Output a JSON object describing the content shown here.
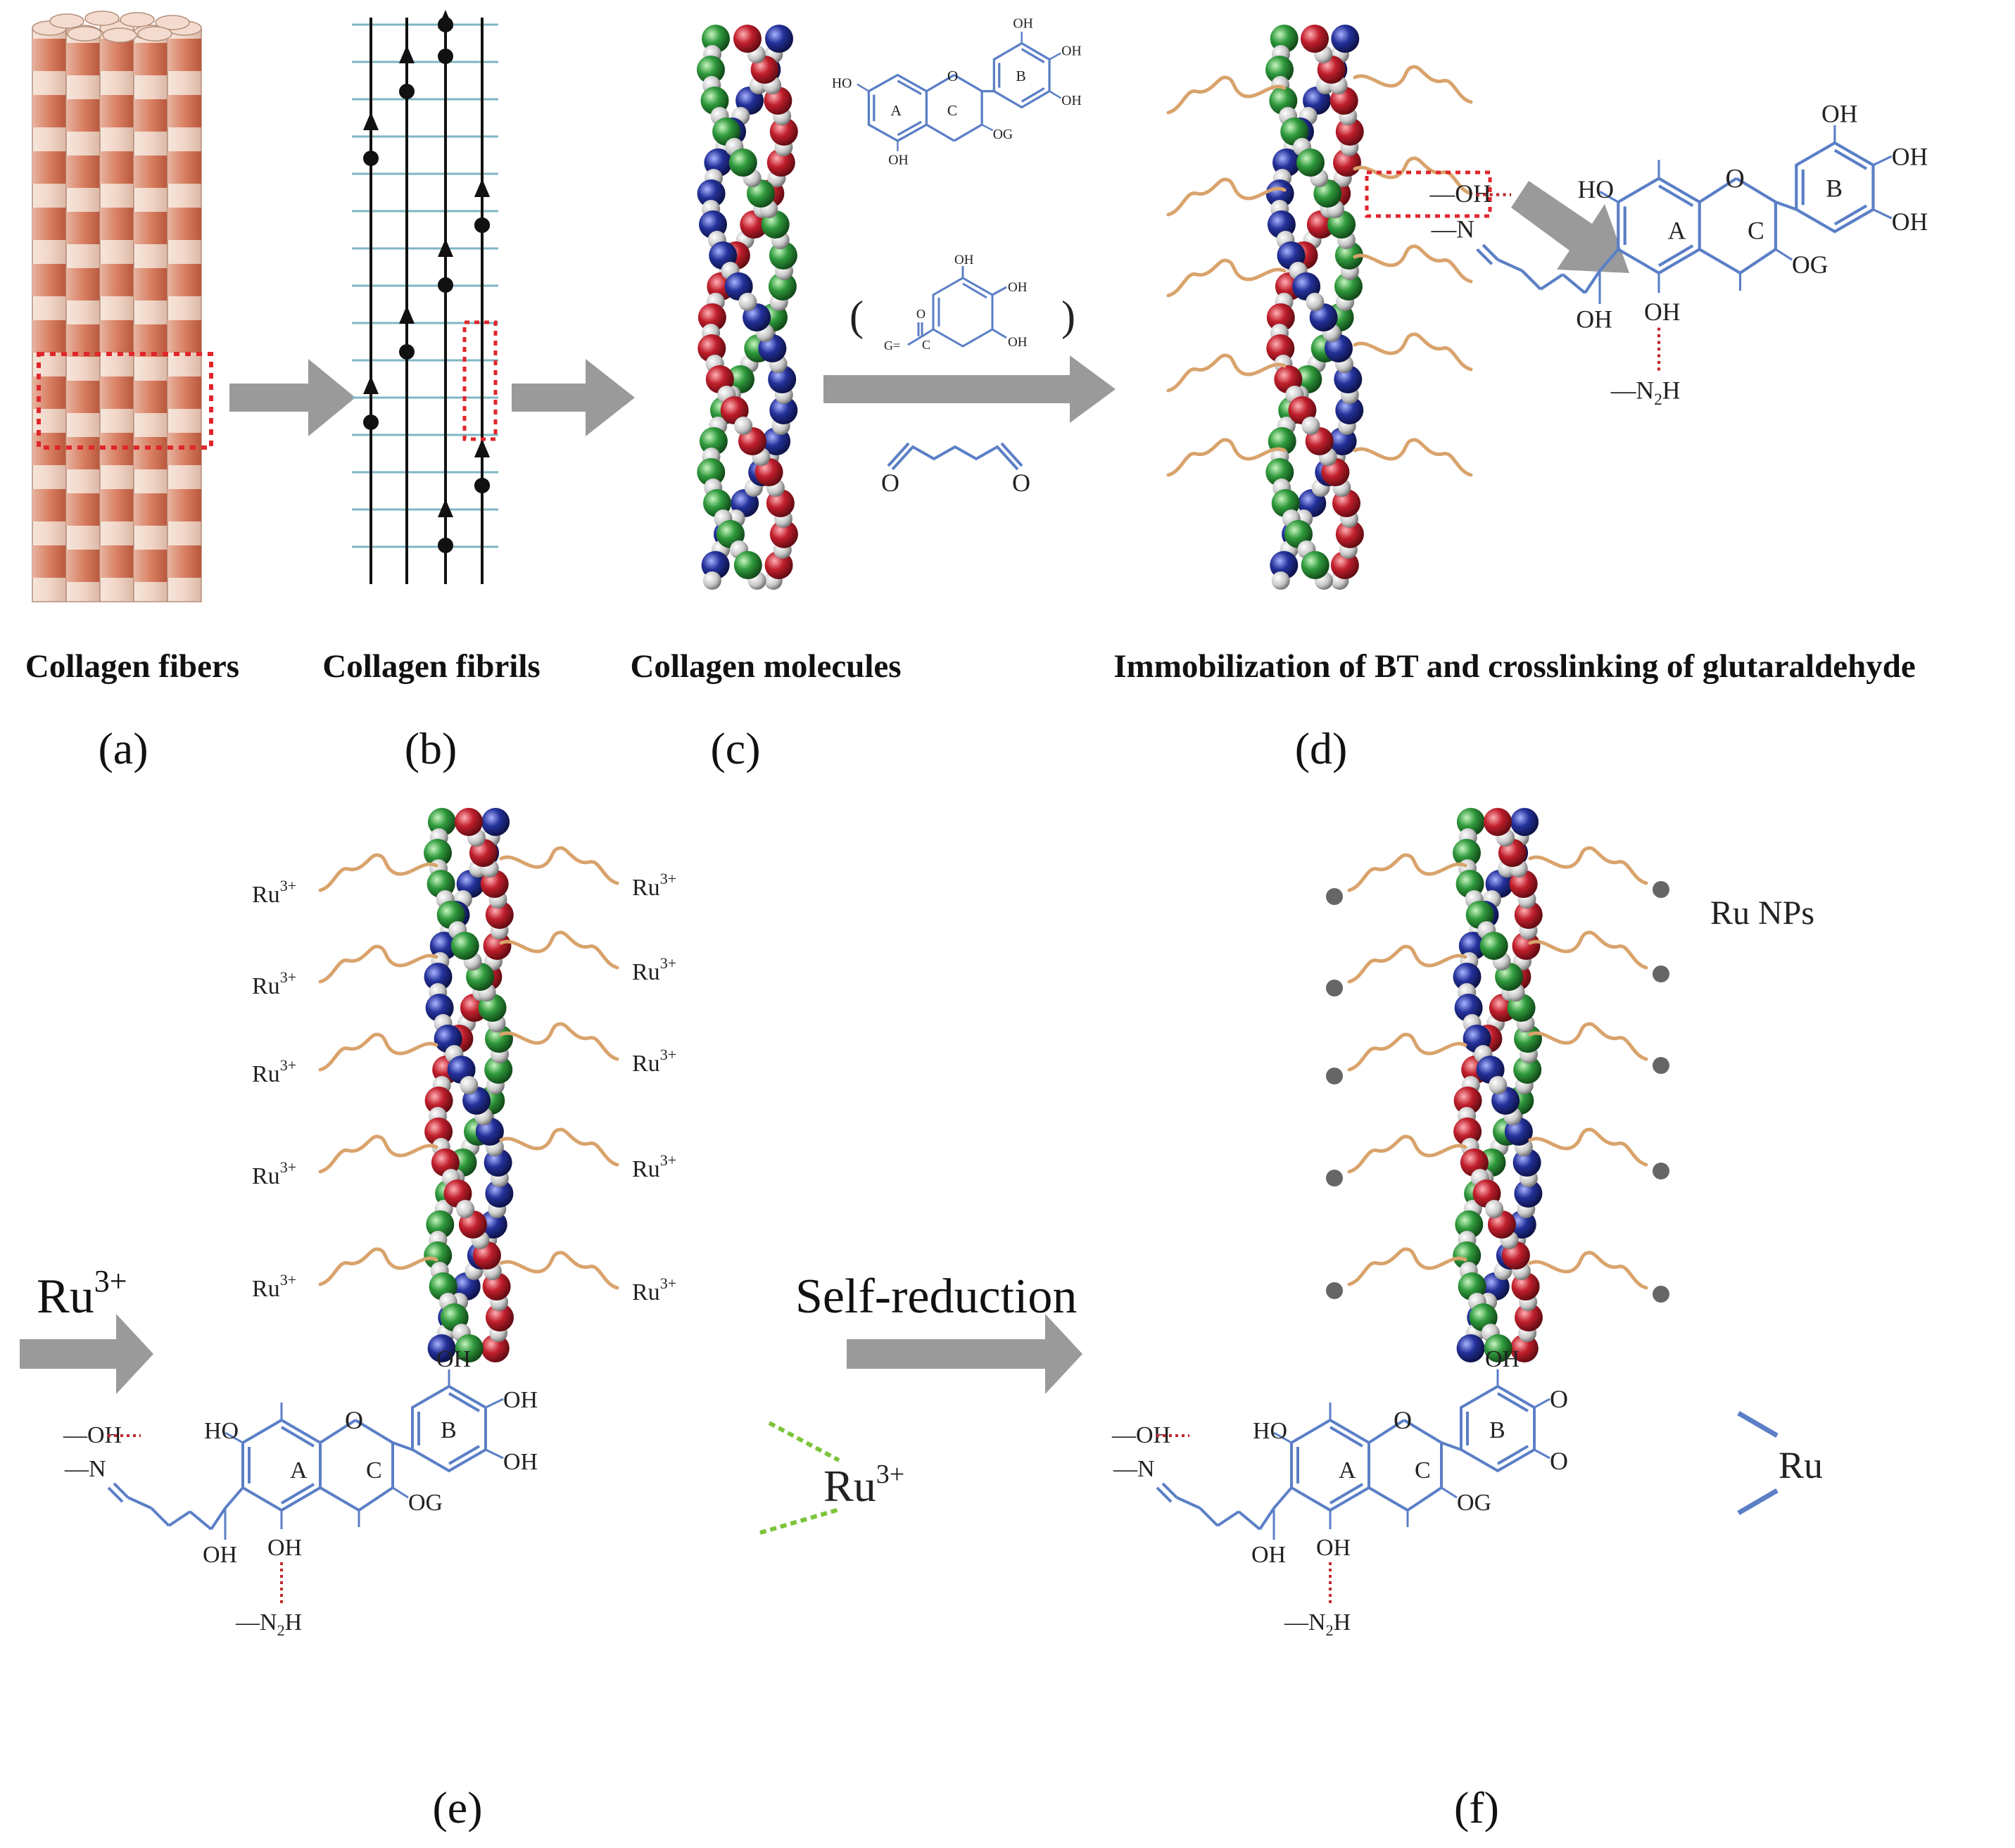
{
  "captions": {
    "a": "Collagen fibers",
    "b": "Collagen fibrils",
    "c": "Collagen molecules",
    "d": "Immobilization of BT and crosslinking of glutaraldehyde"
  },
  "panels": {
    "a": "(a)",
    "b": "(b)",
    "c": "(c)",
    "d": "(d)",
    "e": "(e)",
    "f": "(f)"
  },
  "reagents": {
    "bracket_open": "(",
    "bracket_close": ")",
    "galloyl_ester": "G=",
    "galloyl_carbon": "C",
    "oxygen": "O"
  },
  "struct": {
    "oh": "OH",
    "ho": "HO",
    "og": "OG",
    "o": "O",
    "ring_a": "A",
    "ring_b": "B",
    "ring_c": "C",
    "hbond_oh": "—OH",
    "imine_n": "—N",
    "amine": "—N",
    "amine_sub": "2",
    "amine_h": "H"
  },
  "ion": {
    "base": "Ru",
    "sup": "3+"
  },
  "arrows": {
    "ru_label": "Ru",
    "ru_sup": "3+",
    "reduction": "Self-reduction"
  },
  "ru_metal": "Ru",
  "np_label": "Ru NPs",
  "colors": {
    "strand_red": "#b01c28",
    "strand_blue": "#1f2c8c",
    "strand_green": "#2f8f3a",
    "tannin_chain": "#d9a36c",
    "bond_blue": "#5b7fc6",
    "arrow_gray": "#9a9a9a",
    "hbond_red": "#c0282c",
    "coord_green": "#7cc43a",
    "np_gray": "#666666",
    "fiber_orange": "#cf7455"
  }
}
